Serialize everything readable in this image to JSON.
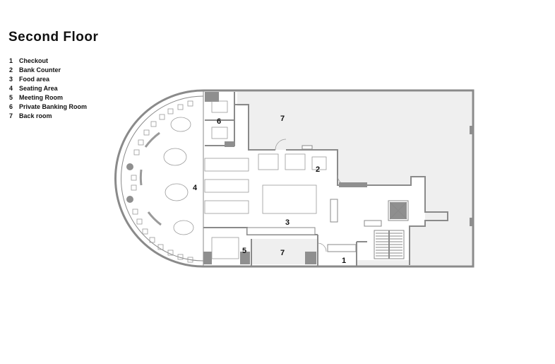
{
  "title": "Second Floor",
  "legend": [
    {
      "num": "1",
      "label": "Checkout"
    },
    {
      "num": "2",
      "label": "Bank Counter"
    },
    {
      "num": "3",
      "label": "Food area"
    },
    {
      "num": "4",
      "label": "Seating Area"
    },
    {
      "num": "5",
      "label": "Meeting Room"
    },
    {
      "num": "6",
      "label": "Private Banking Room"
    },
    {
      "num": "7",
      "label": "Back room"
    }
  ],
  "rooms": {
    "checkout": "1",
    "bank_counter": "2",
    "food_area": "3",
    "seating_area": "4",
    "meeting_room": "5",
    "private_banking": "6",
    "back_room_top": "7",
    "back_room_bottom": "7"
  },
  "colors": {
    "wall": "#8a8a8a",
    "fill": "#efefef",
    "furniture": "#9a9a9a",
    "column": "#8f8f8f"
  }
}
